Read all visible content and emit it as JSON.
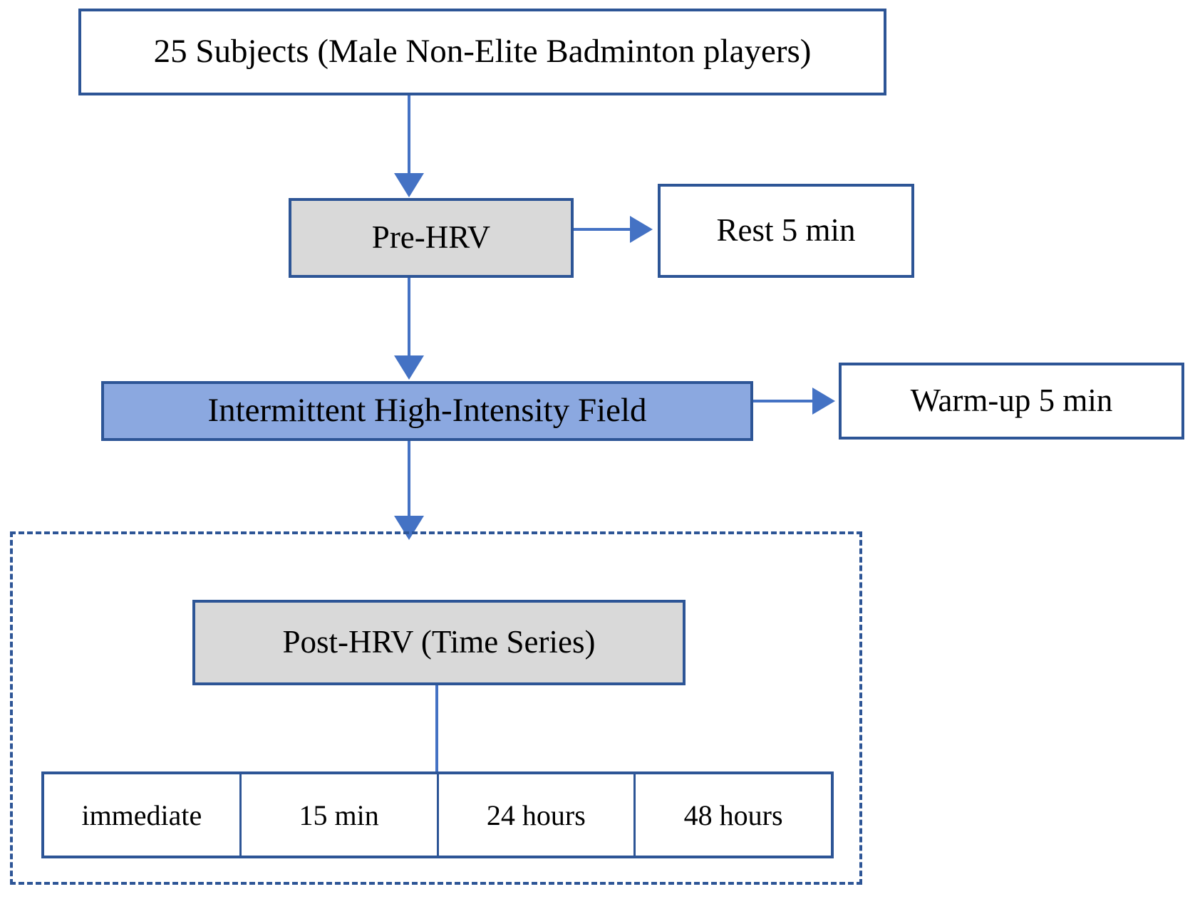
{
  "diagram": {
    "title": "Study protocol flowchart",
    "colors": {
      "border_blue": "#2d5596",
      "arrow_blue": "#4472c4",
      "fill_gray": "#d9d9d9",
      "fill_blue": "#8ba8e0",
      "background": "#ffffff"
    },
    "nodes": {
      "subjects": {
        "label": "25 Subjects (Male Non-Elite Badminton players)",
        "fill": "white"
      },
      "pre_hrv": {
        "label": "Pre-HRV",
        "fill": "gray"
      },
      "rest": {
        "label": "Rest 5 min",
        "fill": "white"
      },
      "intermittent": {
        "label": "Intermittent High-Intensity Field",
        "fill": "blue"
      },
      "warmup": {
        "label": "Warm-up 5 min",
        "fill": "white"
      },
      "post_hrv": {
        "label": "Post-HRV (Time Series)",
        "fill": "gray"
      }
    },
    "timepoints": [
      {
        "label": "immediate"
      },
      {
        "label": "15 min"
      },
      {
        "label": "24 hours"
      },
      {
        "label": "48 hours"
      }
    ],
    "connectors": [
      {
        "from": "subjects",
        "to": "pre_hrv",
        "direction": "down",
        "arrowhead": true
      },
      {
        "from": "pre_hrv",
        "to": "rest",
        "direction": "right",
        "arrowhead": true
      },
      {
        "from": "pre_hrv",
        "to": "intermittent",
        "direction": "down",
        "arrowhead": true
      },
      {
        "from": "intermittent",
        "to": "warmup",
        "direction": "right",
        "arrowhead": true
      },
      {
        "from": "intermittent",
        "to": "post_hrv",
        "direction": "down",
        "arrowhead": true
      },
      {
        "from": "post_hrv",
        "to": "timepoints",
        "direction": "down",
        "arrowhead": false
      }
    ]
  }
}
